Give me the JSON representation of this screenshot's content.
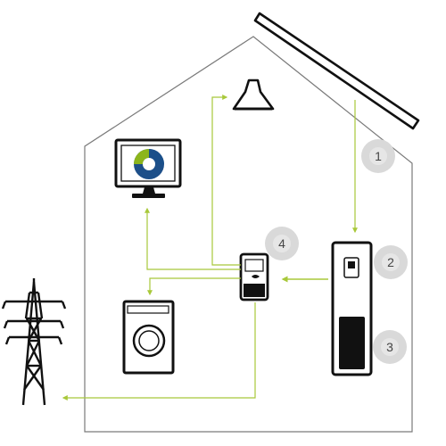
{
  "colors": {
    "outline": "#7a7a7a",
    "flow": "#a8c83a",
    "device": "#111111",
    "badge_fill": "#d9d9d9",
    "badge_text": "#444444",
    "logo_green": "#8cb51c",
    "logo_blue": "#1a4f8a",
    "screen_blue": "#1d4f89"
  },
  "icons": {
    "solar_panel": "solar-panel-icon",
    "lamp": "ceiling-lamp-icon",
    "tv": "television-icon",
    "washer": "washing-machine-icon",
    "meter": "energy-meter-icon",
    "storage": "battery-storage-icon",
    "pylon": "power-pylon-icon"
  },
  "badges": [
    {
      "id": "1",
      "label": "1"
    },
    {
      "id": "2",
      "label": "2"
    },
    {
      "id": "3",
      "label": "3"
    },
    {
      "id": "4",
      "label": "4"
    }
  ]
}
